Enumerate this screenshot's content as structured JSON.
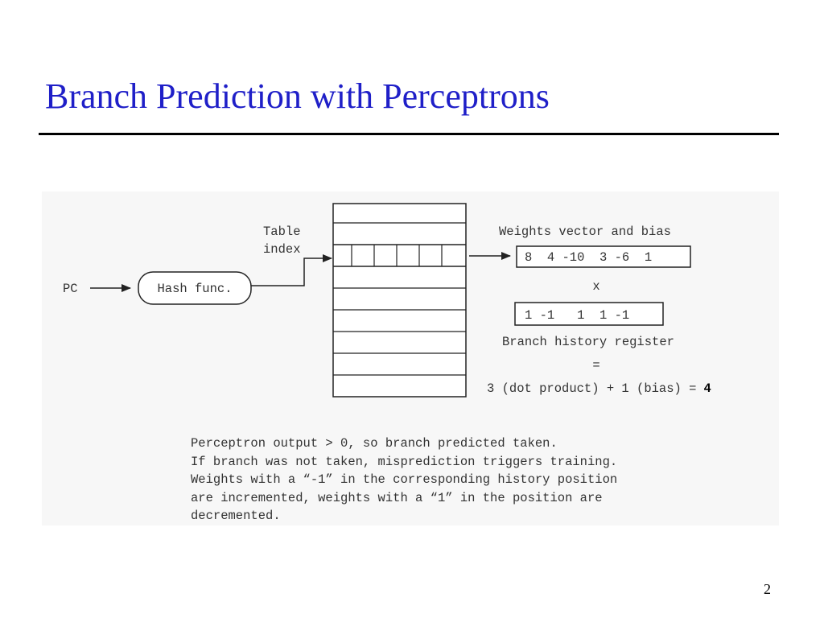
{
  "slide": {
    "title": "Branch Prediction with Perceptrons",
    "page_number": "2"
  },
  "diagram": {
    "pc_label": "PC",
    "hash_label": "Hash func.",
    "table_index_line1": "Table",
    "table_index_line2": "index",
    "weights_label": "Weights vector and bias",
    "weights_values": "8  4 -10  3 -6  1",
    "times_symbol": "x",
    "history_values": "1 -1   1  1 -1",
    "history_label": "Branch history register",
    "equals_symbol": "=",
    "result_expression": "3 (dot product) + 1 (bias) =",
    "result_value": "4"
  },
  "caption": {
    "lines": [
      "Perceptron output > 0, so branch predicted taken.",
      "If branch was not taken, misprediction triggers training.",
      "Weights with a “-1” in the corresponding history position",
      "are incremented, weights with a “1” in the position are",
      "decremented."
    ]
  }
}
